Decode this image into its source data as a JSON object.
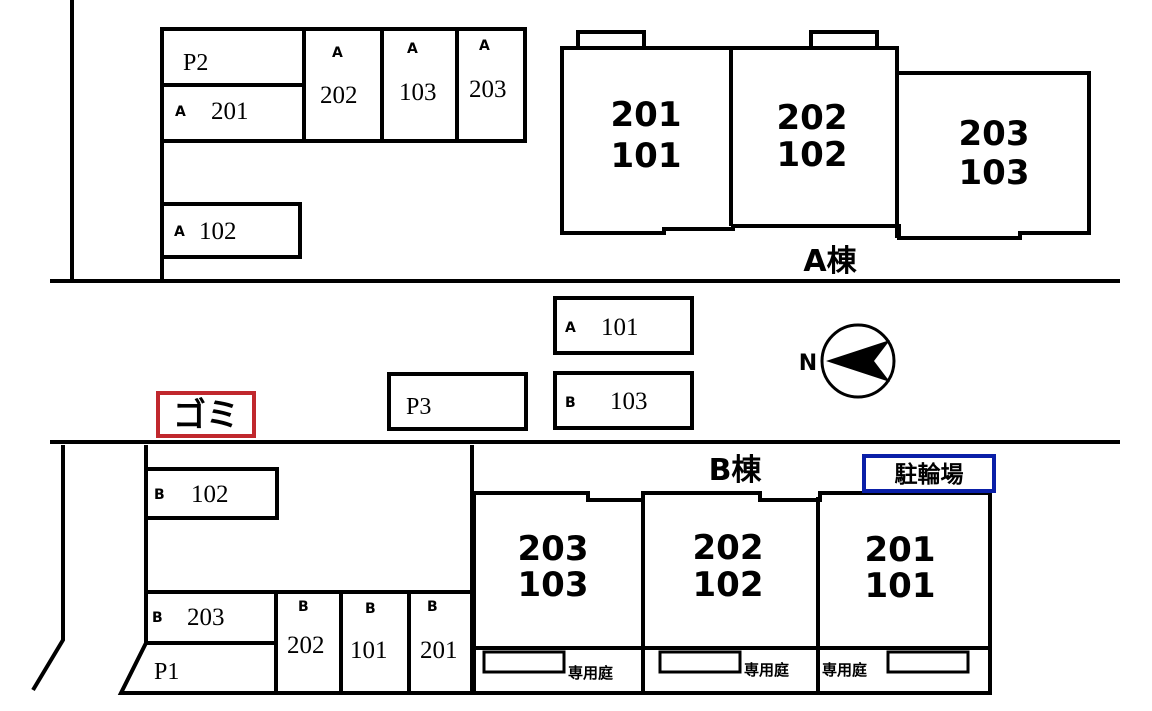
{
  "map": {
    "parking_groups": {
      "p2": "P2",
      "p3": "P3",
      "p1": "P1"
    },
    "spaces": {
      "a201": {
        "bldg": "A",
        "unit": "201"
      },
      "a202": {
        "bldg": "A",
        "unit": "202"
      },
      "a103": {
        "bldg": "A",
        "unit": "103"
      },
      "a203": {
        "bldg": "A",
        "unit": "203"
      },
      "a102": {
        "bldg": "A",
        "unit": "102"
      },
      "a101": {
        "bldg": "A",
        "unit": "101"
      },
      "b103": {
        "bldg": "B",
        "unit": "103"
      },
      "b102": {
        "bldg": "B",
        "unit": "102"
      },
      "b203": {
        "bldg": "B",
        "unit": "203"
      },
      "b202": {
        "bldg": "B",
        "unit": "202"
      },
      "b101": {
        "bldg": "B",
        "unit": "101"
      },
      "b201": {
        "bldg": "B",
        "unit": "201"
      }
    },
    "building_a": {
      "label": "A棟",
      "units": [
        {
          "upper": "201",
          "lower": "101"
        },
        {
          "upper": "202",
          "lower": "102"
        },
        {
          "upper": "203",
          "lower": "103"
        }
      ]
    },
    "building_b": {
      "label": "B棟",
      "units": [
        {
          "upper": "203",
          "lower": "103"
        },
        {
          "upper": "202",
          "lower": "102"
        },
        {
          "upper": "201",
          "lower": "101"
        }
      ],
      "private_garden": "専用庭"
    },
    "garbage": {
      "label": "ゴミ",
      "color": "#c0272d"
    },
    "bicycle_parking": {
      "label": "駐輪場",
      "color": "#0a1fa8"
    },
    "compass": {
      "label": "N"
    }
  }
}
